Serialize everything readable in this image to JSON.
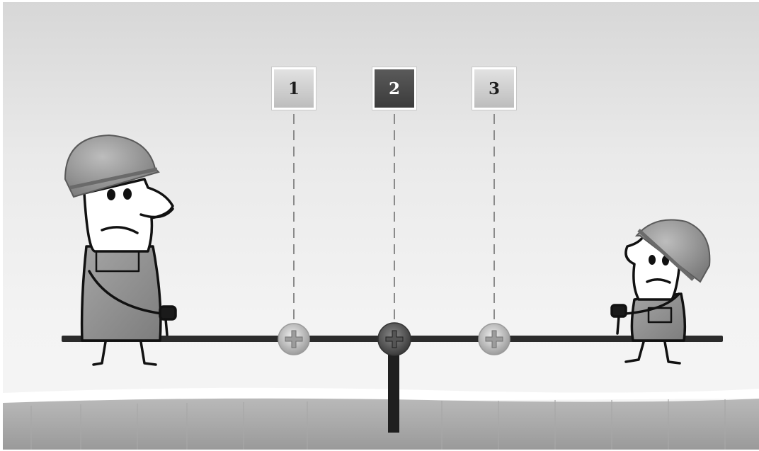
{
  "positions": [
    {
      "label": "1",
      "selected": false
    },
    {
      "label": "2",
      "selected": true
    },
    {
      "label": "3",
      "selected": false
    }
  ],
  "colors": {
    "plank": "#2b2b2b",
    "helmet": "#9a9a9a",
    "overalls": "#8f8f8f",
    "active_button": "#4a4a4a",
    "inactive_button": "#cfcfcf"
  },
  "icons": [
    "hard-hat-icon",
    "pivot-bolt-icon"
  ]
}
